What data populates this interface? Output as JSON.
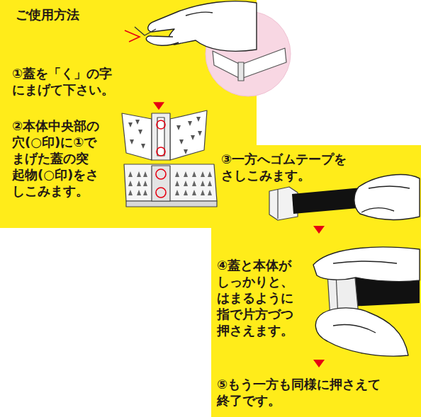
{
  "diagram": {
    "nodes": [
      {
        "text": [
          "ご使用方法"
        ]
      },
      {
        "text": [
          "①蓋を「く」の字 にまげて下さい。"
        ],
        "in": 0
      },
      {
        "text": [
          "②本体中央部の 穴(○印)に①で まげた蓋の突 起物(○印)をさ しこみます。"
        ],
        "in": 0
      },
      {
        "text": [
          "③一方へゴムテープを さしこみます。"
        ]
      },
      {
        "text": [
          "④蓋と本体が しっかりと、 はまるように 指で片方づつ 押さえます。"
        ]
      },
      {
        "text": [
          "⑤もう一方も同様に押さえて 終了です。"
        ]
      }
    ],
    "edges": [
      {
        "from": 1,
        "to": 2,
        "arrow": "to"
      },
      {
        "from": 3,
        "to": 4,
        "arrow": "to"
      },
      {
        "from": 4,
        "to": 5,
        "arrow": "to"
      }
    ]
  }
}
